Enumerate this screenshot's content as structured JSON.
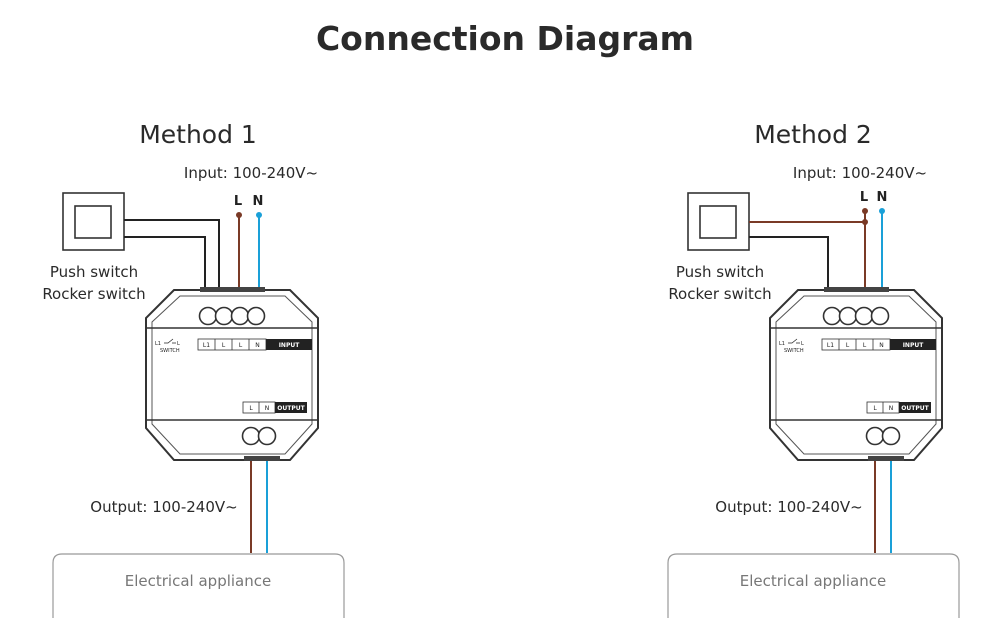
{
  "title": "Connection Diagram",
  "colors": {
    "live": "#7a3a26",
    "neutral": "#1aa0d8",
    "switch_wire": "#222222"
  },
  "methods": [
    {
      "name": "Method 1",
      "input_label": "Input: 100-240V~",
      "L": "L",
      "N": "N",
      "switch_label_1": "Push switch",
      "switch_label_2": "Rocker switch",
      "terminals_input": [
        "L1",
        "L",
        "L",
        "N"
      ],
      "input_tag": "INPUT",
      "terminals_output": [
        "L",
        "N"
      ],
      "output_tag": "OUTPUT",
      "switch_mark_left": "L1",
      "switch_mark_right": "L",
      "switch_mark_caption": "SWITCH",
      "output_label": "Output: 100-240V~",
      "appliance": "Electrical appliance"
    },
    {
      "name": "Method 2",
      "input_label": "Input: 100-240V~",
      "L": "L",
      "N": "N",
      "switch_label_1": "Push switch",
      "switch_label_2": "Rocker switch",
      "terminals_input": [
        "L1",
        "L",
        "L",
        "N"
      ],
      "input_tag": "INPUT",
      "terminals_output": [
        "L",
        "N"
      ],
      "output_tag": "OUTPUT",
      "switch_mark_left": "L1",
      "switch_mark_right": "L",
      "switch_mark_caption": "SWITCH",
      "output_label": "Output: 100-240V~",
      "appliance": "Electrical appliance"
    }
  ]
}
